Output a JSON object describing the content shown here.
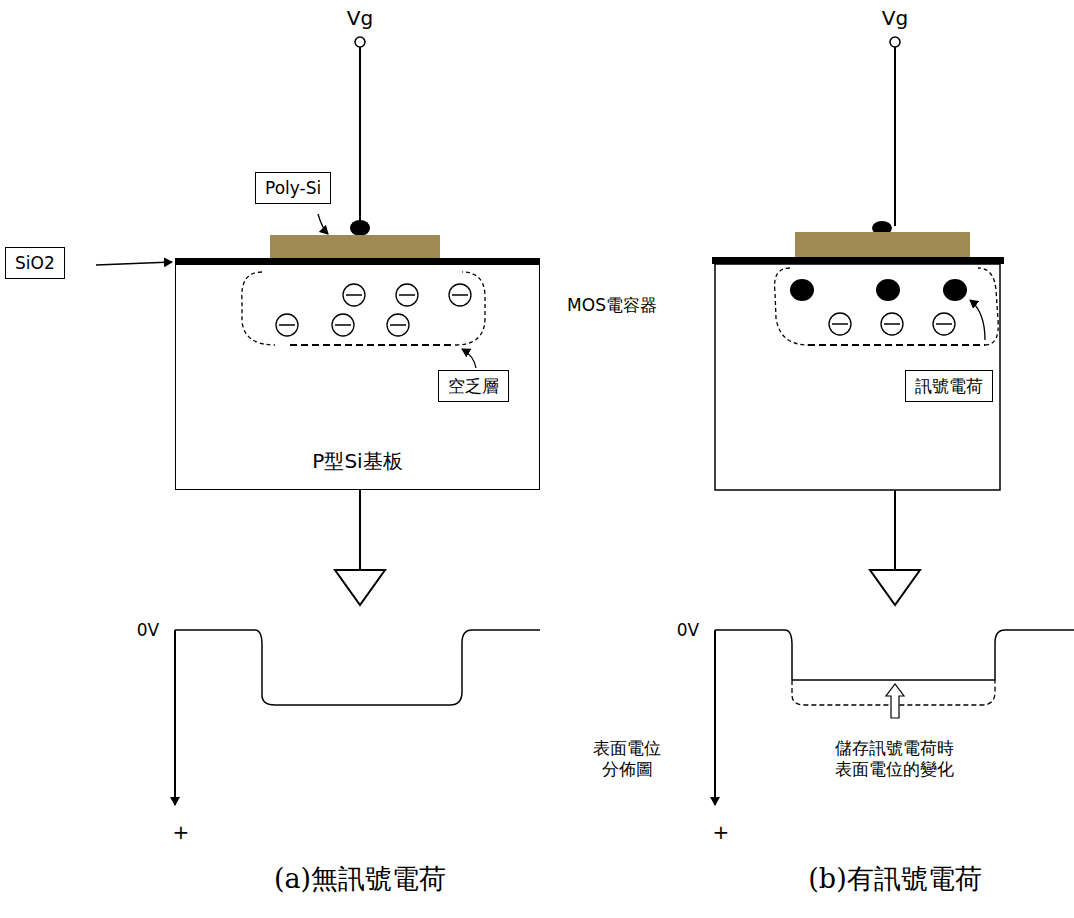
{
  "diagram": {
    "nodes": [
      {
        "text": [
          "Poly-Si"
        ]
      },
      {
        "text": [
          "SiO2"
        ]
      },
      {
        "text": [
          "P型Si基板"
        ]
      },
      {
        "text": [
          "空乏層"
        ],
        "in": 2
      },
      {
        "text": [
          "訊號電荷"
        ]
      }
    ],
    "labels": [
      "Vg",
      "Vg",
      "MOS電容器",
      "0V",
      "表面電位 分佈圖",
      "0V",
      "儲存訊號電荷時 表面電位的變化",
      "+",
      "+",
      "(a)無訊號電荷",
      "(b)有訊號電荷"
    ]
  }
}
